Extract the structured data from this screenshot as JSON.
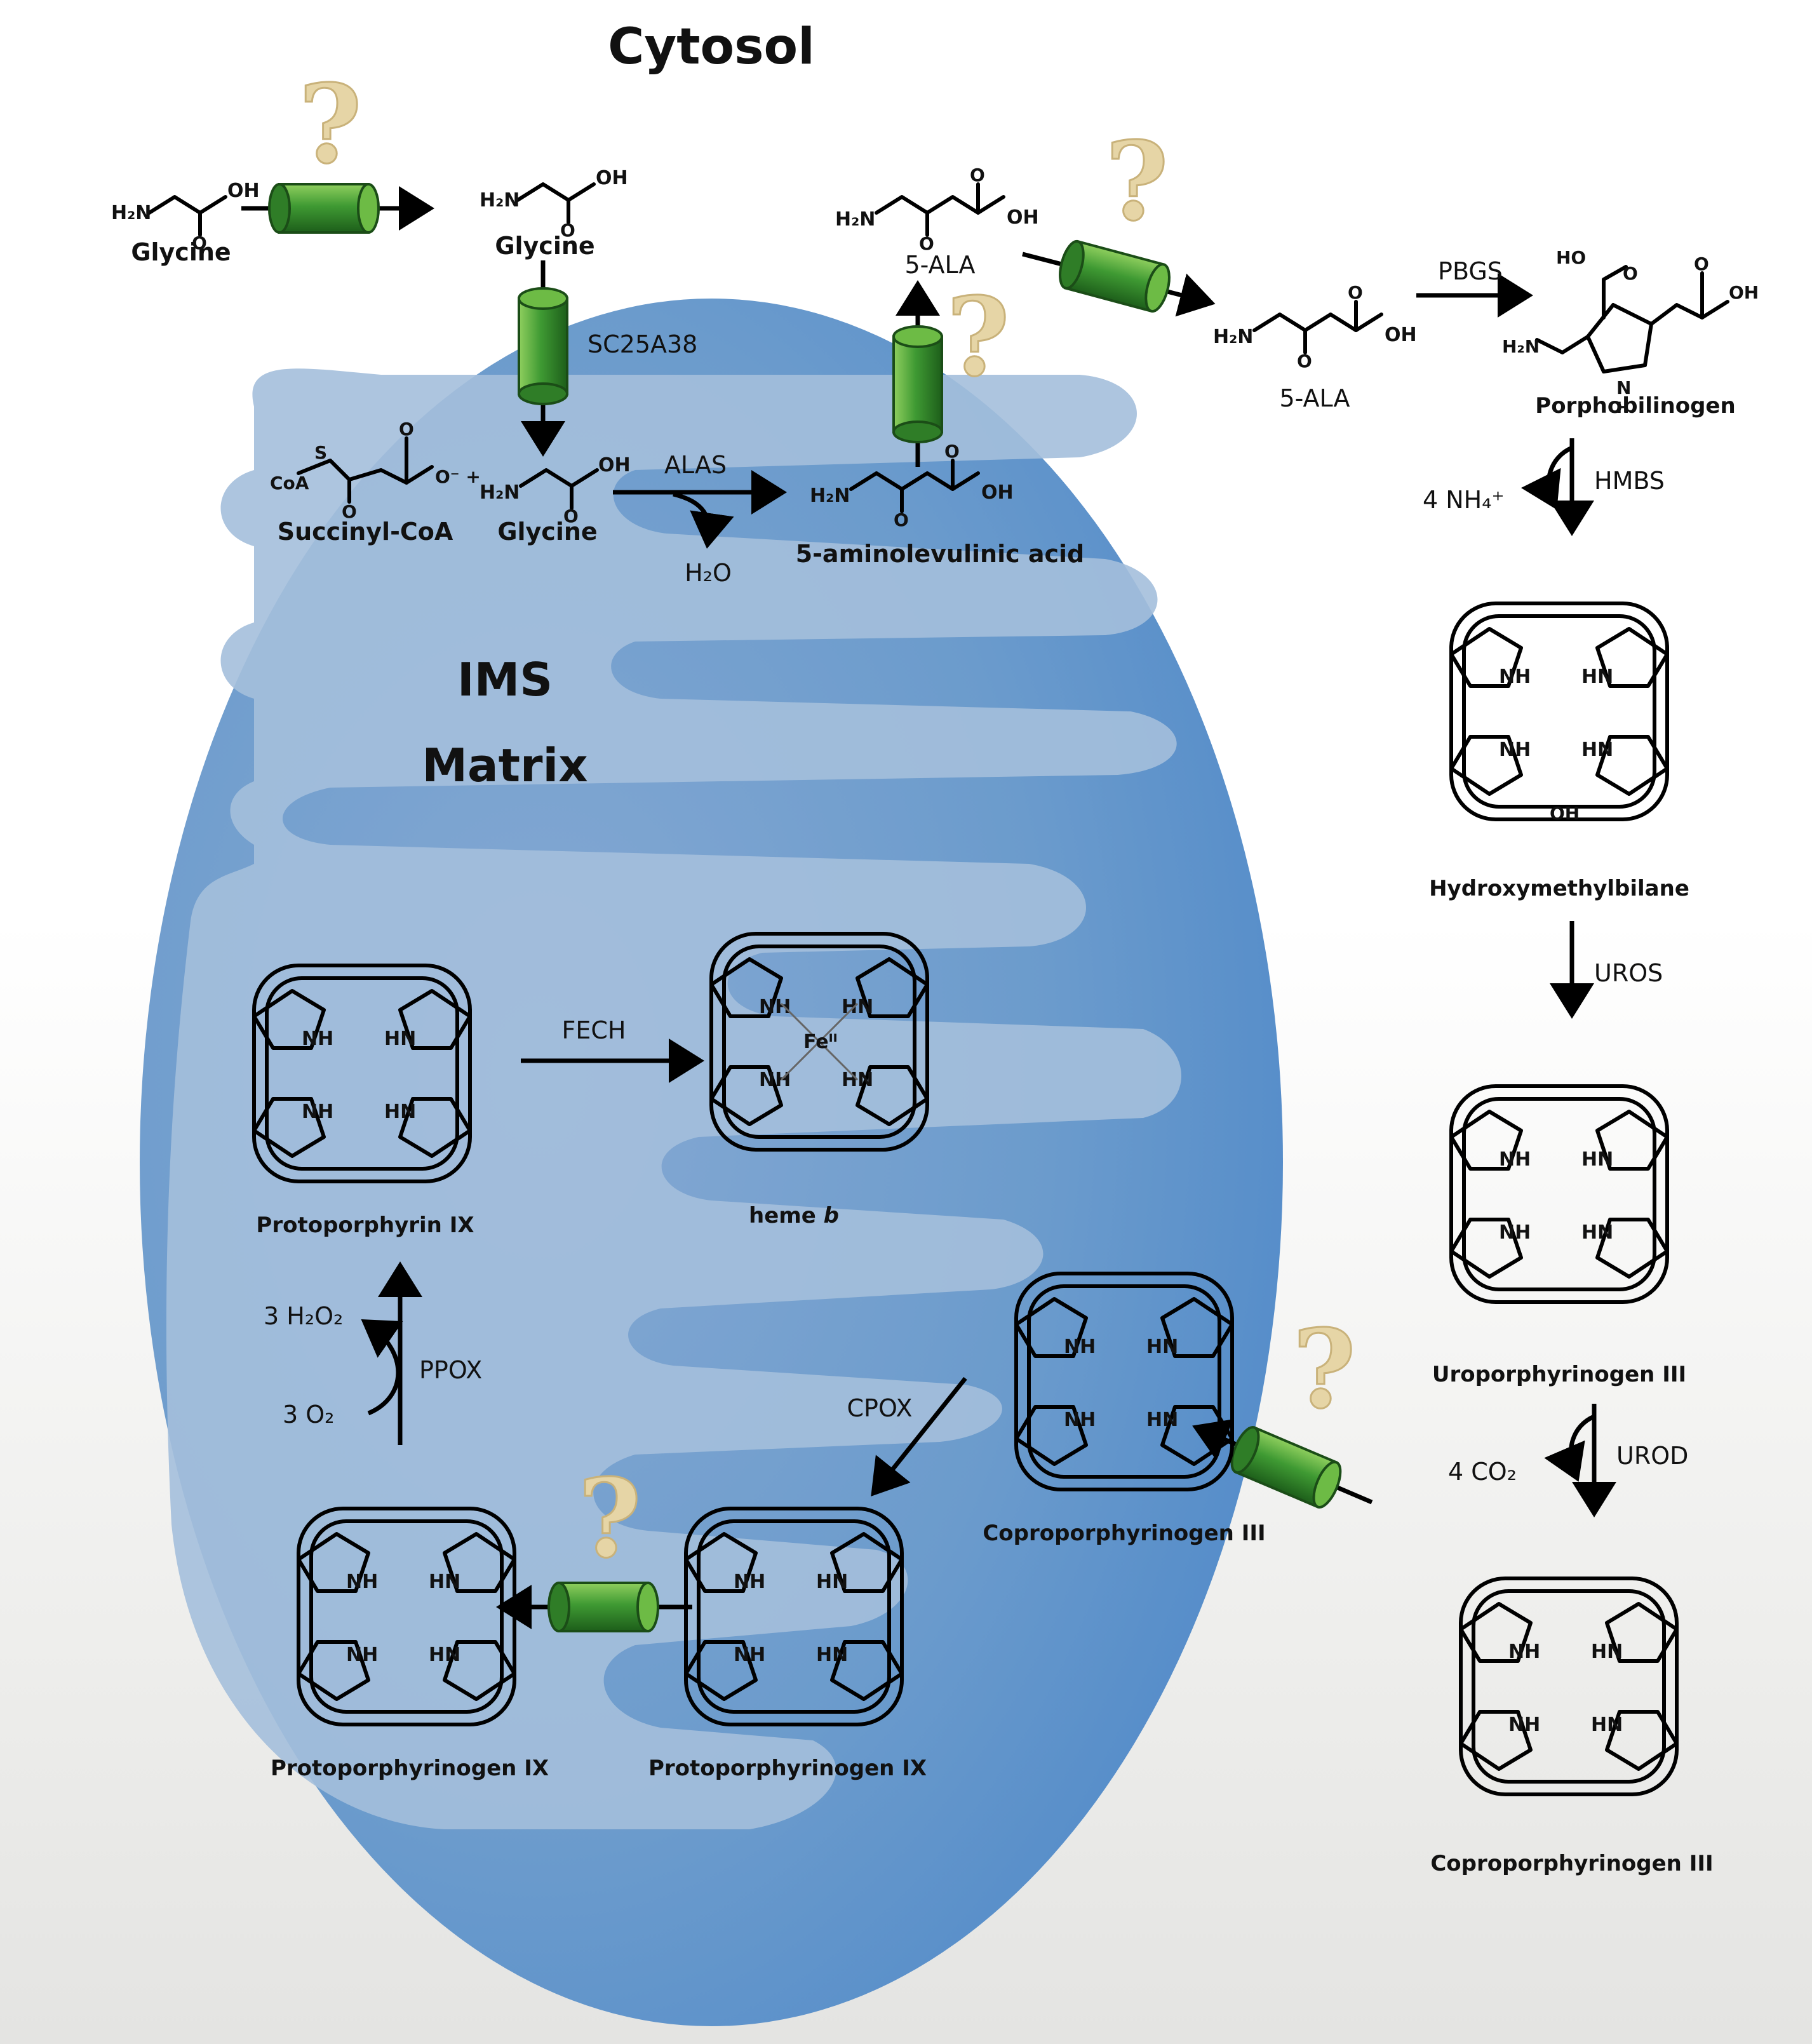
{
  "compartments": {
    "cytosol": "Cytosol",
    "mitochondria": "Mitochondria",
    "ims": "IMS",
    "matrix": "Matrix"
  },
  "transporter_unknown_symbol": "?",
  "molecules": {
    "glycine_cytosol": "Glycine",
    "glycine_ims": "Glycine",
    "glycine_matrix": "Glycine",
    "succinyl_coa": "Succinyl-CoA",
    "ala_matrix": "5-aminolevulinic acid",
    "ala_ims": "5-ALA",
    "ala_cytosol": "5-ALA",
    "porphobilinogen": "Porphobilinogen",
    "hydroxymethylbilane": "Hydroxymethylbilane",
    "uroporphyrinogen": "Uroporphyrinogen III",
    "coproporphyrinogen_cytosol": "Coproporphyrinogen III",
    "coproporphyrinogen_ims": "Coproporphyrinogen III",
    "protoporphyrinogen_ims": "Protoporphyrinogen IX",
    "protoporphyrinogen_matrix": "Protoporphyrinogen IX",
    "protoporphyrin": "Protoporphyrin IX",
    "heme_prefix": "heme ",
    "heme_suffix": "b"
  },
  "enzymes": {
    "sc25a38": "SC25A38",
    "alas": "ALAS",
    "pbgs": "PBGS",
    "hmbs": "HMBS",
    "uros": "UROS",
    "urod": "UROD",
    "cpox": "CPOX",
    "ppox": "PPOX",
    "fech": "FECH"
  },
  "byproducts": {
    "water": "H₂O",
    "ammonium": "4 NH₄⁺",
    "carbon_dioxide": "4 CO₂",
    "peroxide": "3 H₂O₂",
    "oxygen": "3 O₂"
  },
  "colors": {
    "outer_membrane": "#5e95cb",
    "intermembrane_space": "#a4bfdc",
    "transporter": "#3f9a33",
    "question_mark": "#e6d5a6"
  }
}
